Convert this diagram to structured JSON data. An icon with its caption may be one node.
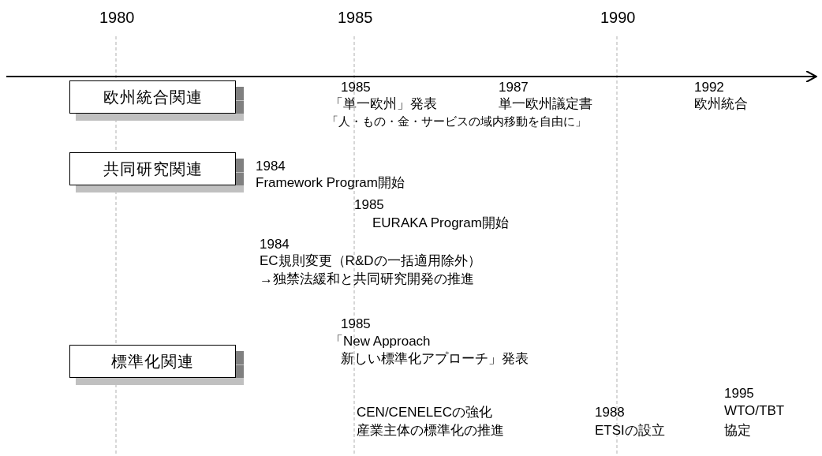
{
  "diagram": {
    "nodes": [
      {
        "text": [
          "欧州統合関連"
        ]
      },
      {
        "text": [
          "共同研究関連"
        ]
      },
      {
        "text": [
          "標準化関連"
        ]
      }
    ],
    "edges": [],
    "labels": [
      "1980",
      "1985",
      "1990",
      "1985",
      "「単一欧州」発表",
      "1987",
      "単一欧州議定書",
      "1992",
      "欧州統合",
      "「人・もの・金・サービスの域内移動を自由に」",
      "1984",
      "Framework Program開始",
      "1985",
      "EURAKA Program開始",
      "1984",
      "EC規則変更（R&Dの一括適用除外）",
      "→独禁法緩和と共同研究開発の推進",
      "1985",
      "「New Approach",
      "新しい標準化アプローチ」発表",
      "1995",
      "CEN/CENELECの強化",
      "1988",
      "WTO/TBT",
      "産業主体の標準化の推進",
      "ETSIの設立",
      "協定"
    ]
  }
}
